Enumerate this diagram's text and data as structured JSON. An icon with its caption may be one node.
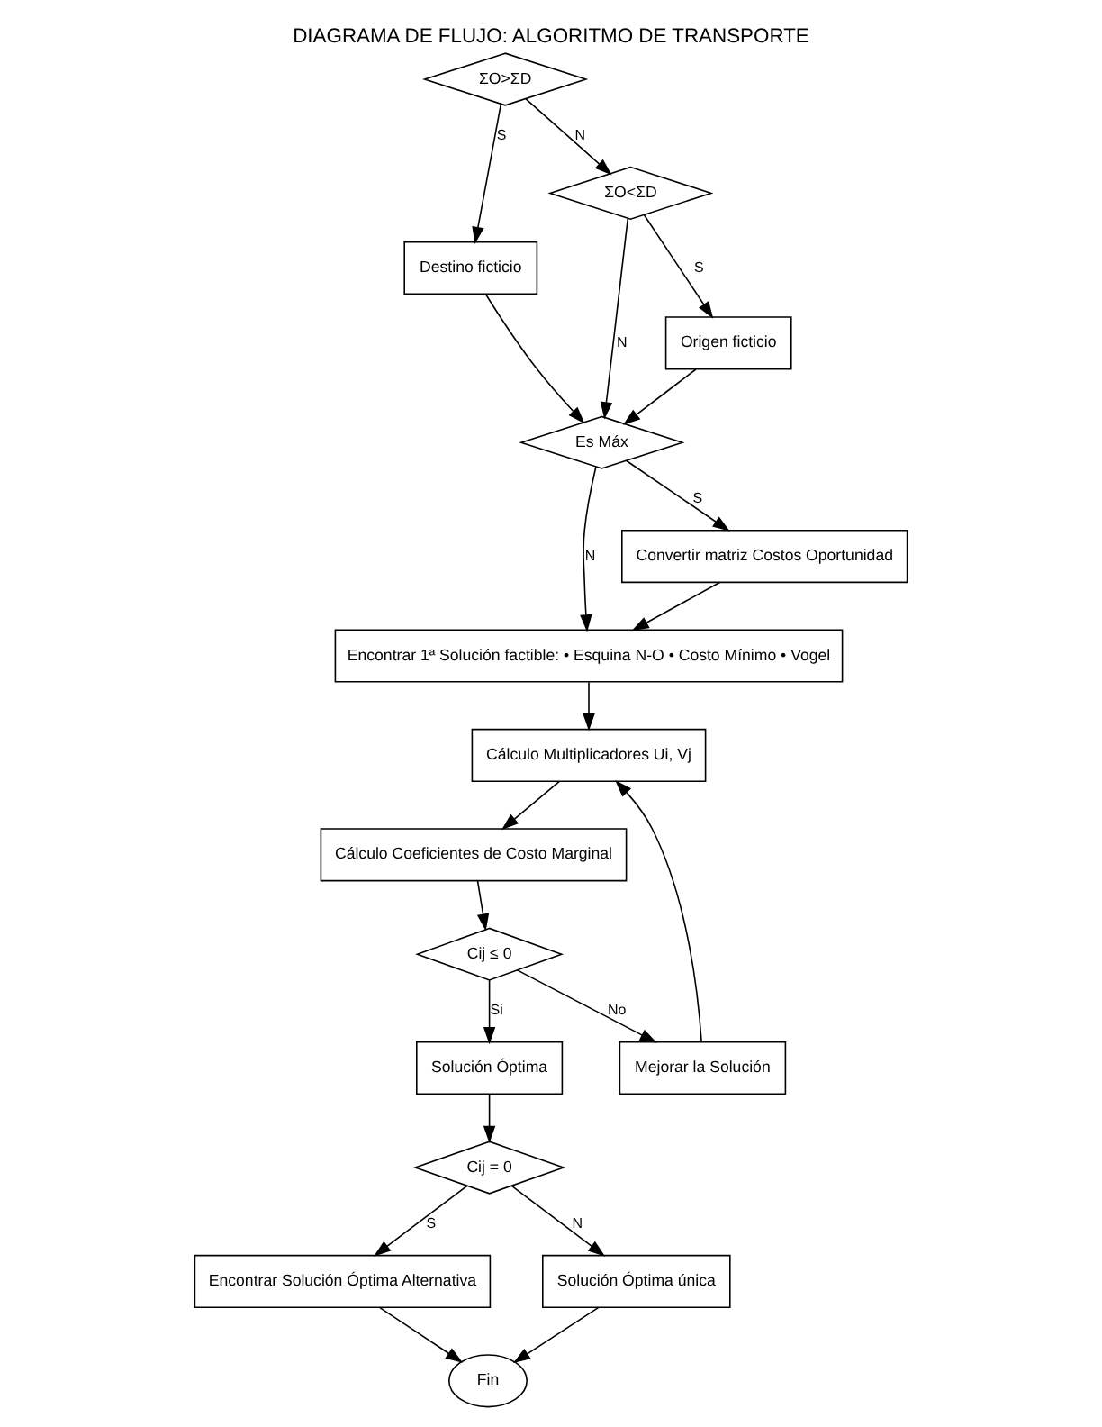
{
  "diagram": {
    "title": "DIAGRAMA DE FLUJO: ALGORITMO DE TRANSPORTE",
    "nodes": [
      {
        "text": [
          "ΣO>ΣD"
        ]
      },
      {
        "text": [
          "Destino ficticio"
        ]
      },
      {
        "text": [
          "ΣO<ΣD"
        ]
      },
      {
        "text": [
          "Origen ficticio"
        ]
      },
      {
        "text": [
          "Es Máx"
        ]
      },
      {
        "text": [
          "Encontrar 1ª Solución factible: • Esquina N-O • Costo Mínimo • Vogel"
        ]
      },
      {
        "text": [
          "Cálculo Multiplicadores Ui, Vj"
        ]
      },
      {
        "text": [
          "Convertir matriz Costos Oportunidad"
        ]
      },
      {
        "text": [
          "Cálculo Coeficientes de Costo Marginal"
        ]
      },
      {
        "text": [
          "Mejorar la Solución"
        ]
      },
      {
        "text": [
          "Cij ≤ 0"
        ]
      },
      {
        "text": [
          "Solución Óptima"
        ]
      },
      {
        "text": [
          "Encontrar Solución Óptima Alternativa"
        ]
      },
      {
        "text": [
          "Cij = 0"
        ]
      },
      {
        "text": [
          "Fin"
        ]
      },
      {
        "text": [
          "Solución Óptima única"
        ]
      }
    ],
    "edges": [
      {
        "from": 0,
        "to": 1,
        "arrow": "to",
        "label": "S"
      },
      {
        "from": 0,
        "to": 2,
        "arrow": "to",
        "label": "N"
      },
      {
        "from": 2,
        "to": 3,
        "arrow": "to",
        "label": "S"
      },
      {
        "from": 2,
        "to": 4,
        "arrow": "to",
        "label": "N"
      },
      {
        "from": 1,
        "to": 4,
        "arrow": "to"
      },
      {
        "from": 3,
        "to": 4,
        "arrow": "to"
      },
      {
        "from": 4,
        "to": 5,
        "arrow": "to",
        "label": "N"
      },
      {
        "from": 4,
        "to": 7,
        "arrow": "to",
        "label": "S"
      },
      {
        "from": 7,
        "to": 5,
        "arrow": "to"
      },
      {
        "from": 5,
        "to": 6,
        "arrow": "to"
      },
      {
        "from": 6,
        "to": 8,
        "arrow": "to"
      },
      {
        "from": 8,
        "to": 10,
        "arrow": "to"
      },
      {
        "from": 10,
        "to": 9,
        "arrow": "to",
        "label": "No"
      },
      {
        "from": 9,
        "to": 6,
        "arrow": "to"
      },
      {
        "from": 10,
        "to": 11,
        "arrow": "to",
        "label": "Si"
      },
      {
        "from": 11,
        "to": 13,
        "arrow": "to"
      },
      {
        "from": 13,
        "to": 12,
        "arrow": "to",
        "label": "S"
      },
      {
        "from": 13,
        "to": 15,
        "arrow": "to",
        "label": "N"
      },
      {
        "from": 12,
        "to": 14,
        "arrow": "to"
      },
      {
        "from": 15,
        "to": 14,
        "arrow": "to"
      }
    ]
  }
}
